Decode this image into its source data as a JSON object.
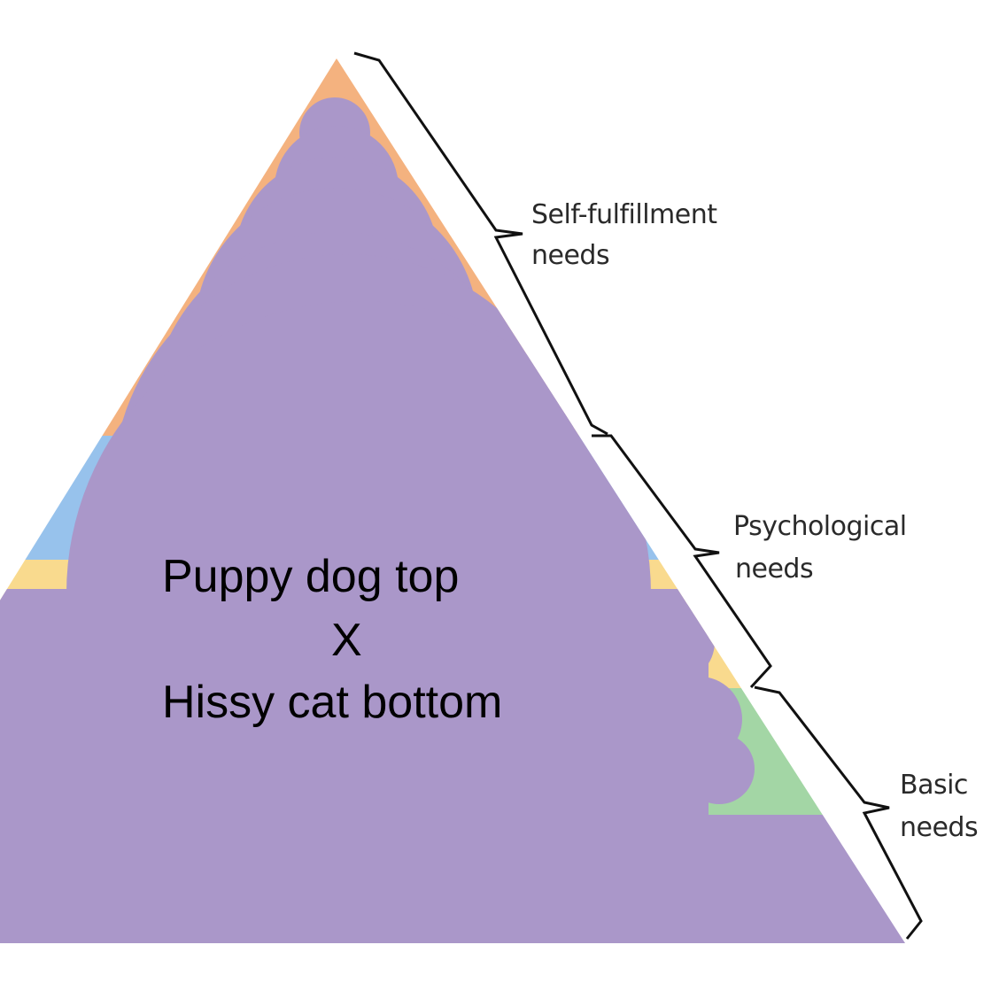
{
  "colors": {
    "top_tier": "#f4b27f",
    "psych_blue": "#97c2ec",
    "psych_yellow": "#f9da8e",
    "basic_green": "#a3d6a5",
    "blob": "#aa97c9",
    "bracket": "#111111"
  },
  "bracket_labels": {
    "self_line1": "Self-fulfillment",
    "self_line2": "needs",
    "psych_line1": "Psychological",
    "psych_line2": "needs",
    "basic_line1": "Basic",
    "basic_line2": "needs"
  },
  "overlay": {
    "line1": "Puppy dog top",
    "line2": "X",
    "line3": "Hissy cat bottom"
  }
}
